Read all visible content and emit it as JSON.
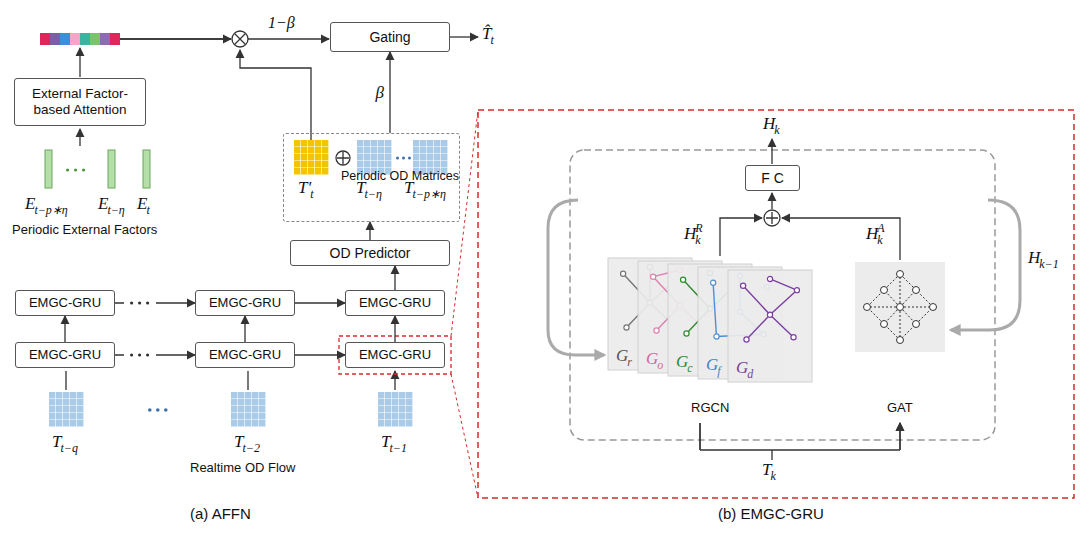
{
  "diagram": {
    "nodes": [
      {
        "text": [
          "Gating"
        ]
      },
      {
        "text": [
          "External Factor-based Attention"
        ]
      },
      {
        "text": [
          "Periodic OD Matrices"
        ]
      },
      {
        "text": [
          "OD Predictor"
        ]
      },
      {
        "text": [
          "EMGC-GRU"
        ]
      },
      {
        "text": [
          "EMGC-GRU"
        ]
      },
      {
        "text": [
          "EMGC-GRU"
        ]
      },
      {
        "text": [
          "EMGC-GRU"
        ]
      },
      {
        "text": [
          "EMGC-GRU"
        ]
      },
      {
        "text": [
          "EMGC-GRU"
        ]
      },
      {
        "text": [
          "F C"
        ]
      }
    ],
    "edges": [
      {
        "from": 2,
        "to": 0,
        "label": "β",
        "arrow": "to"
      },
      {
        "from": 3,
        "to": 2,
        "arrow": "to"
      },
      {
        "from": 6,
        "to": 3,
        "arrow": "to"
      },
      {
        "from": 7,
        "to": 4,
        "arrow": "to"
      },
      {
        "from": 8,
        "to": 5,
        "arrow": "to"
      },
      {
        "from": 9,
        "to": 6,
        "arrow": "to"
      },
      {
        "from": 4,
        "to": 5,
        "arrow": "to"
      },
      {
        "from": 5,
        "to": 6,
        "arrow": "to"
      },
      {
        "from": 7,
        "to": 8,
        "arrow": "to"
      },
      {
        "from": 8,
        "to": 9,
        "arrow": "to"
      }
    ],
    "labels": [
      "1−β",
      "T̂",
      "t",
      "E",
      "t−p∗η",
      "E",
      "t−η",
      "E",
      "t",
      "Periodic External Factors",
      "T′",
      "t",
      "T",
      "t−η",
      "T",
      "t−p∗η",
      "T",
      "t−q",
      "T",
      "t−2",
      "T",
      "t−1",
      "Realtime OD Flow",
      "(a) AFFN",
      "H",
      "k",
      "H",
      "R",
      "k",
      "H",
      "A",
      "k",
      "G",
      "r",
      "G",
      "o",
      "G",
      "c",
      "G",
      "f",
      "G",
      "d",
      "RGCN",
      "GAT",
      "H",
      "k−1",
      "T",
      "k",
      "(b) EMGC-GRU"
    ]
  }
}
